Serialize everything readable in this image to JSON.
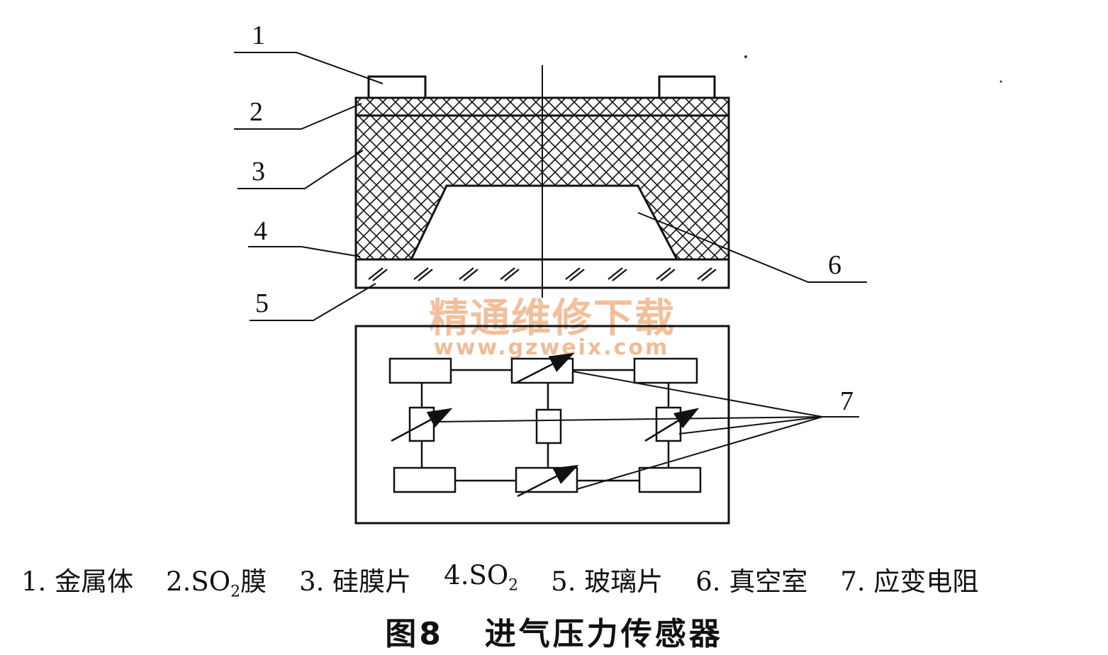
{
  "labels": [
    "1",
    "2",
    "3",
    "4",
    "5",
    "6",
    "7"
  ],
  "watermark": {
    "title": "精通维修下载",
    "url": "www.gzweix.com"
  },
  "legend": [
    {
      "num": "1.",
      "text": "金属体"
    },
    {
      "num": "2.",
      "text": "SO",
      "sub": "2",
      "tail": " 膜"
    },
    {
      "num": "3.",
      "text": "硅膜片"
    },
    {
      "num": "4.",
      "text": "SO",
      "sub": "2"
    },
    {
      "num": "5.",
      "text": "玻璃片"
    },
    {
      "num": "6.",
      "text": "真空室"
    },
    {
      "num": "7.",
      "text": "应变电阻"
    }
  ],
  "caption": {
    "figure": "图8",
    "title": "进气压力传感器"
  },
  "colors": {
    "ink": "#111111",
    "watermark": "#f0b48a"
  }
}
